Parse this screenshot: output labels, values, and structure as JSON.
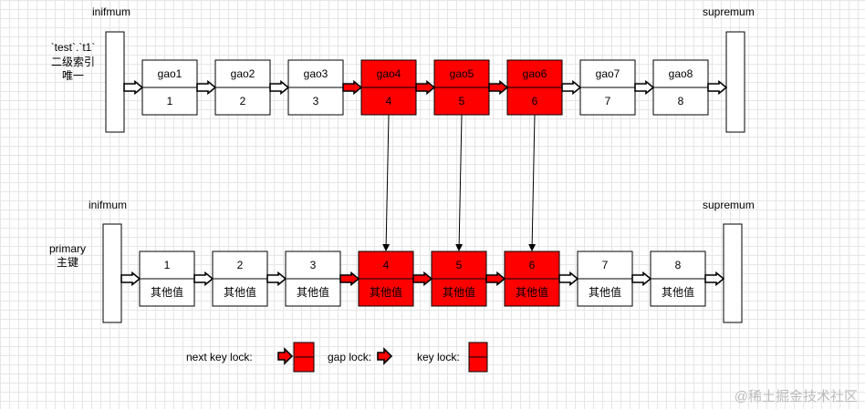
{
  "top_index": {
    "label_line1": "`test`.`t1`",
    "label_line2": "二级索引",
    "label_line3": "唯一",
    "infimum": "inifmum",
    "supremum": "supremum",
    "records": [
      {
        "key": "gao1",
        "value": "1",
        "locked": false
      },
      {
        "key": "gao2",
        "value": "2",
        "locked": false
      },
      {
        "key": "gao3",
        "value": "3",
        "locked": false
      },
      {
        "key": "gao4",
        "value": "4",
        "locked": true
      },
      {
        "key": "gao5",
        "value": "5",
        "locked": true
      },
      {
        "key": "gao6",
        "value": "6",
        "locked": true
      },
      {
        "key": "gao7",
        "value": "7",
        "locked": false
      },
      {
        "key": "gao8",
        "value": "8",
        "locked": false
      }
    ]
  },
  "bottom_index": {
    "label_line1": "primary",
    "label_line2": "主键",
    "infimum": "inifmum",
    "supremum": "supremum",
    "records": [
      {
        "key": "1",
        "value": "其他值",
        "locked": false
      },
      {
        "key": "2",
        "value": "其他值",
        "locked": false
      },
      {
        "key": "3",
        "value": "其他值",
        "locked": false
      },
      {
        "key": "4",
        "value": "其他值",
        "locked": true
      },
      {
        "key": "5",
        "value": "其他值",
        "locked": true
      },
      {
        "key": "6",
        "value": "其他值",
        "locked": true
      },
      {
        "key": "7",
        "value": "其他值",
        "locked": false
      },
      {
        "key": "8",
        "value": "其他值",
        "locked": false
      }
    ]
  },
  "legend": {
    "next_key_lock": "next key lock:",
    "gap_lock": "gap lock:",
    "key_lock": "key lock:"
  },
  "watermark": "@稀土掘金技术社区",
  "colors": {
    "lock_fill": "#ff0000",
    "normal_fill": "#ffffff",
    "stroke": "#000000",
    "watermark": "#bbbbbb"
  }
}
